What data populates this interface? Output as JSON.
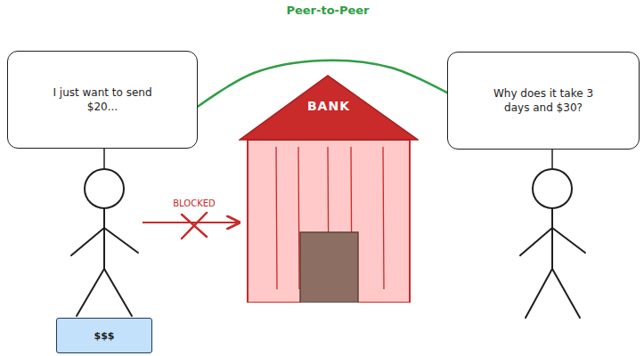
{
  "diagram": {
    "title": "Peer-to-Peer",
    "nodes": [
      {
        "text": [
          "I just want to send $20..."
        ]
      },
      {
        "text": [
          "Why does it take 3 days and $30?"
        ]
      },
      {
        "text": [
          "BANK"
        ]
      },
      {
        "text": [
          "$$$"
        ]
      }
    ],
    "edges": [
      {
        "from": 0,
        "to": 1,
        "arrow": "none"
      }
    ],
    "labels": [
      "BLOCKED"
    ]
  }
}
